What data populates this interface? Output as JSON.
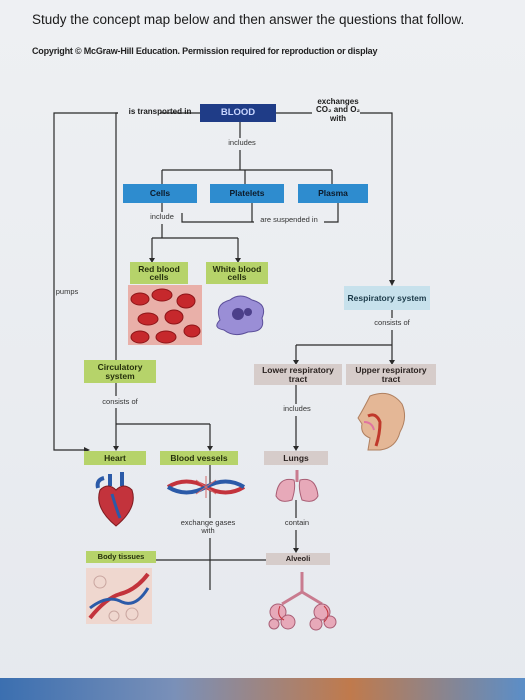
{
  "heading": "Study the concept map below and then answer the questions that follow.",
  "copyright": "Copyright © McGraw-Hill Education. Permission required for reproduction or display",
  "nodes": {
    "blood": "BLOOD",
    "cells": "Cells",
    "platelets": "Platelets",
    "plasma": "Plasma",
    "red_blood_cells": "Red blood cells",
    "white_blood_cells": "White blood cells",
    "respiratory_system": "Respiratory system",
    "circulatory_system": "Circulatory system",
    "lower_respiratory_tract": "Lower respiratory tract",
    "upper_respiratory_tract": "Upper respiratory tract",
    "heart": "Heart",
    "blood_vessels": "Blood vessels",
    "lungs": "Lungs",
    "body_tissues": "Body tissues",
    "alveoli": "Alveoli"
  },
  "links": {
    "is_transported_in": "is transported in",
    "exchanges": "exchanges CO₂ and O₂ with",
    "includes_blood": "includes",
    "include_cells": "include",
    "are_suspended_in": "are suspended in",
    "pumps": "pumps",
    "consists_of_resp": "consists of",
    "consists_of_circ": "consists of",
    "includes_lower": "includes",
    "exchange_gases_with": "exchange gases with",
    "contain": "contain"
  },
  "colors": {
    "blue": "#2e8ccf",
    "navy": "#1f3c87",
    "green": "#b6d36a",
    "teal": "#c7e1ec",
    "pink": "#d6ccca"
  },
  "illustrations": [
    "red-blood-cells-illustration",
    "white-blood-cell-illustration",
    "head-respiratory-illustration",
    "heart-illustration",
    "blood-vessels-illustration",
    "lungs-illustration",
    "body-tissues-illustration",
    "alveoli-illustration"
  ]
}
